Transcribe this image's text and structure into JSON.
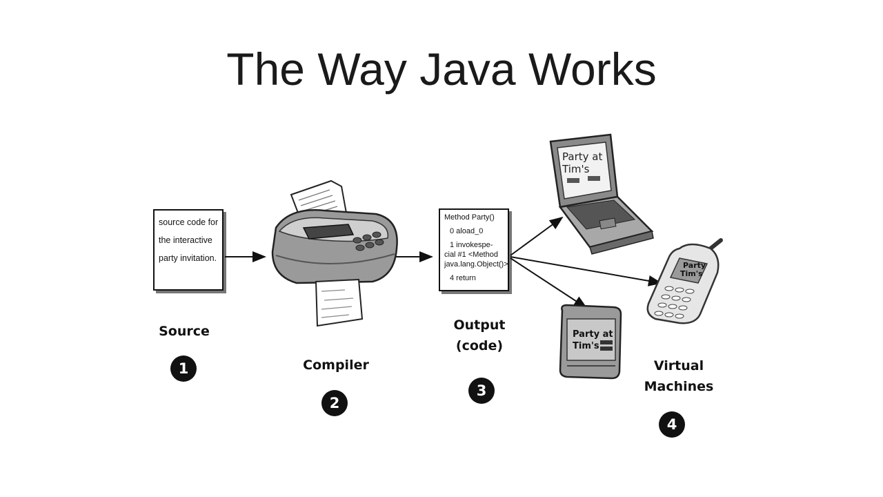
{
  "title": "The Way Java Works",
  "source": {
    "box_lines": [
      "source code for",
      "the interactive",
      "party invitation."
    ],
    "label": "Source",
    "number": "1"
  },
  "compiler": {
    "label": "Compiler",
    "number": "2"
  },
  "output": {
    "lines": [
      "Method Party()",
      "0 aload_0",
      "1 invokespe-",
      "cial #1 <Method",
      "java.lang.Object()>",
      "4 return"
    ],
    "label_line1": "Output",
    "label_line2": "(code)",
    "number": "3"
  },
  "virtual_machines": {
    "label_line1": "Virtual",
    "label_line2": "Machines",
    "number": "4",
    "laptop_screen_line1": "Party at",
    "laptop_screen_line2": "Tim's",
    "phone_screen_line1": "Party",
    "phone_screen_line2": "Tim's",
    "pda_screen_line1": "Party at",
    "pda_screen_line2": "Tim's"
  }
}
